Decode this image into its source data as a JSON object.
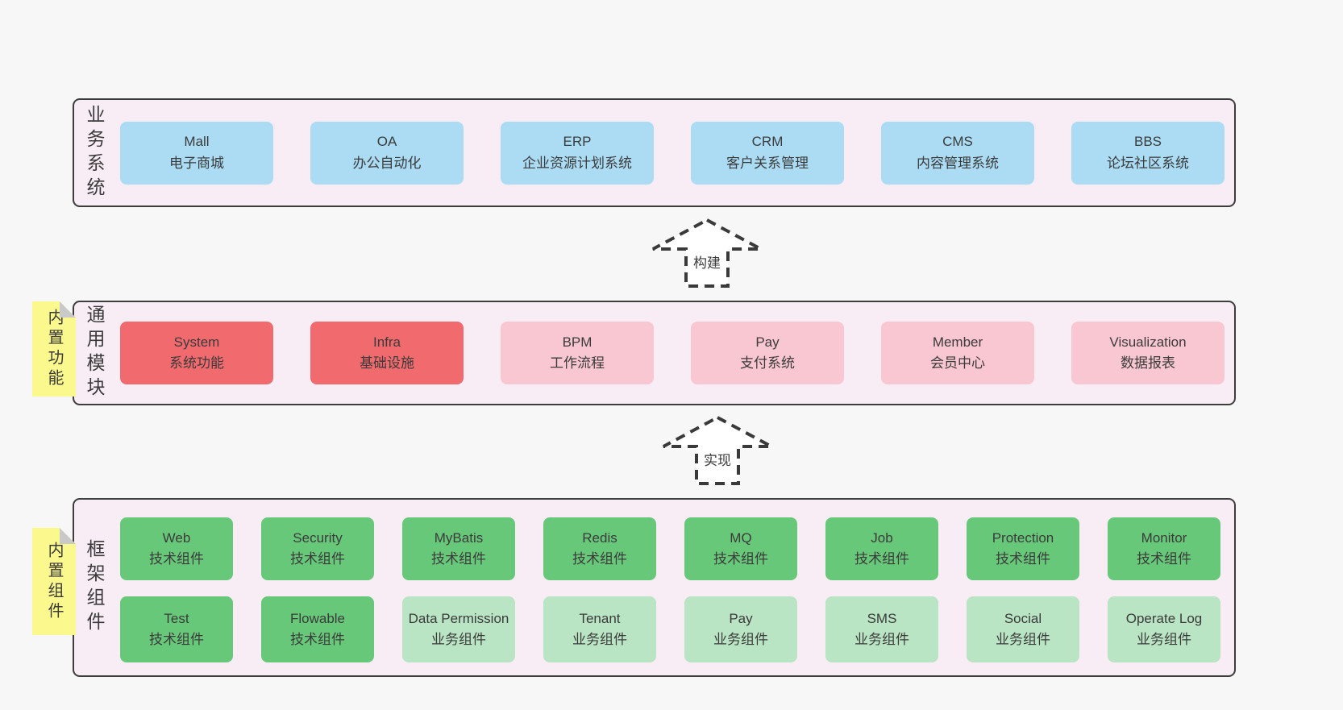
{
  "colors": {
    "pageBg": "#f7f7f7",
    "layerBg": "#f8edf5",
    "border": "#3d3d3d",
    "text": "#3b3b3b",
    "blue": "#abdcf4",
    "red": "#f16a6e",
    "pink": "#f9c7d1",
    "green": "#68c87a",
    "lightgreen": "#bae5c4",
    "noteYellow": "#fbf98d",
    "foldGray": "#c9c9c9",
    "arrowStroke": "#3a3a3a",
    "arrowFill": "#ffffff"
  },
  "layers": [
    {
      "label": "业务系统",
      "boxes": [
        {
          "title": "Mall",
          "subtitle": "电子商城",
          "variant": "blue"
        },
        {
          "title": "OA",
          "subtitle": "办公自动化",
          "variant": "blue"
        },
        {
          "title": "ERP",
          "subtitle": "企业资源计划系统",
          "variant": "blue"
        },
        {
          "title": "CRM",
          "subtitle": "客户关系管理",
          "variant": "blue"
        },
        {
          "title": "CMS",
          "subtitle": "内容管理系统",
          "variant": "blue"
        },
        {
          "title": "BBS",
          "subtitle": "论坛社区系统",
          "variant": "blue"
        }
      ]
    },
    {
      "label": "通用模块",
      "boxes": [
        {
          "title": "System",
          "subtitle": "系统功能",
          "variant": "red"
        },
        {
          "title": "Infra",
          "subtitle": "基础设施",
          "variant": "red"
        },
        {
          "title": "BPM",
          "subtitle": "工作流程",
          "variant": "pink"
        },
        {
          "title": "Pay",
          "subtitle": "支付系统",
          "variant": "pink"
        },
        {
          "title": "Member",
          "subtitle": "会员中心",
          "variant": "pink"
        },
        {
          "title": "Visualization",
          "subtitle": "数据报表",
          "variant": "pink"
        }
      ]
    },
    {
      "label": "框架组件",
      "rows": [
        [
          {
            "title": "Web",
            "subtitle": "技术组件",
            "variant": "green"
          },
          {
            "title": "Security",
            "subtitle": "技术组件",
            "variant": "green"
          },
          {
            "title": "MyBatis",
            "subtitle": "技术组件",
            "variant": "green"
          },
          {
            "title": "Redis",
            "subtitle": "技术组件",
            "variant": "green"
          },
          {
            "title": "MQ",
            "subtitle": "技术组件",
            "variant": "green"
          },
          {
            "title": "Job",
            "subtitle": "技术组件",
            "variant": "green"
          },
          {
            "title": "Protection",
            "subtitle": "技术组件",
            "variant": "green"
          },
          {
            "title": "Monitor",
            "subtitle": "技术组件",
            "variant": "green"
          }
        ],
        [
          {
            "title": "Test",
            "subtitle": "技术组件",
            "variant": "green"
          },
          {
            "title": "Flowable",
            "subtitle": "技术组件",
            "variant": "green"
          },
          {
            "title": "Data Permission",
            "subtitle": "业务组件",
            "variant": "lightgreen"
          },
          {
            "title": "Tenant",
            "subtitle": "业务组件",
            "variant": "lightgreen"
          },
          {
            "title": "Pay",
            "subtitle": "业务组件",
            "variant": "lightgreen"
          },
          {
            "title": "SMS",
            "subtitle": "业务组件",
            "variant": "lightgreen"
          },
          {
            "title": "Social",
            "subtitle": "业务组件",
            "variant": "lightgreen"
          },
          {
            "title": "Operate Log",
            "subtitle": "业务组件",
            "variant": "lightgreen"
          }
        ]
      ]
    }
  ],
  "arrows": [
    {
      "label": "构建"
    },
    {
      "label": "实现"
    }
  ],
  "notes": [
    {
      "label": "内置功能"
    },
    {
      "label": "内置组件"
    }
  ]
}
